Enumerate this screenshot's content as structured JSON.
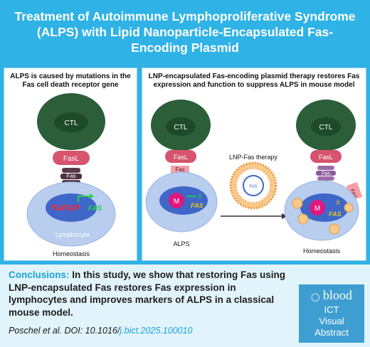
{
  "header": {
    "title": "Treatment of Autoimmune Lymphoproliferative Syndrome (ALPS) with Lipid Nanoparticle-Encapsulated Fas-Encoding Plasmid"
  },
  "left_panel": {
    "title": "ALPS is caused by mutations in the Fas cell death receptor gene",
    "ctl": "CTL",
    "fasl": "FasL",
    "fas": "Fas",
    "gene_label": "FAS",
    "cell_label": "Lymphocyte",
    "caption": "Homeostasis"
  },
  "right_panel": {
    "title": "LNP-encapsulated Fas-encoding plasmid therapy restores Fas expression and function to suppress ALPS in mouse model",
    "ctl_left": "CTL",
    "ctl_right": "CTL",
    "fasl_left": "FasL",
    "fasl_right": "FasL",
    "fas_left": "Fas",
    "fas_right": "Fas",
    "m_left": "M",
    "m_right": "M",
    "x_left": "X",
    "x_right": "X",
    "fas_gene_left": "FAS",
    "fas_gene_right": "FAS",
    "fas_gene_right2": "FAS",
    "lnp_label": "LNP-Fas therapy",
    "lnp_inner": "FAS",
    "caption_left": "ALPS",
    "caption_right": "Homeostasis"
  },
  "conclusions": {
    "label": "Conclusions:",
    "text": " In this study, we show that restoring Fas using LNP-encapsulated Fas restores Fas expression in lymphocytes and improves markers of ALPS in a classical mouse model.",
    "citation_prefix": "Poschel et al. DOI: 10.1016/",
    "citation_link": "j.bict.2025.100010"
  },
  "badge": {
    "brand": "blood",
    "line1": "ICT",
    "line2": "Visual",
    "line3": "Abstract"
  },
  "colors": {
    "header_bg": "#2fb2e6",
    "ctl_outer": "#2c5e3a",
    "ctl_inner": "#1e4a2a",
    "fasl": "#d6546d",
    "cell_outer": "#b9cdee",
    "nucleus": "#3e67c9",
    "m_circle": "#e0177f",
    "accent": "#1aa2da"
  }
}
